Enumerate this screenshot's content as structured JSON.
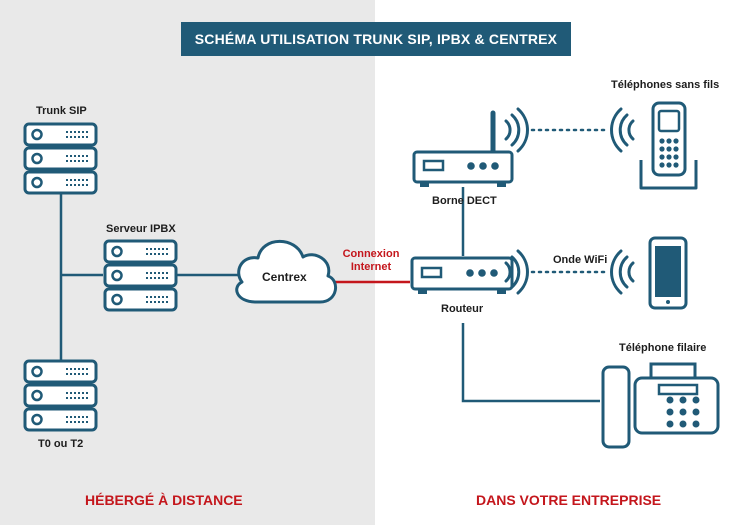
{
  "title": "SCHÉMA UTILISATION TRUNK SIP, IPBX & CENTREX",
  "labels": {
    "trunk_sip": "Trunk SIP",
    "serveur_ipbx": "Serveur IPBX",
    "t0_t2": "T0 ou T2",
    "centrex": "Centrex",
    "connexion": "Connexion",
    "internet": "Internet",
    "borne_dect": "Borne DECT",
    "routeur": "Routeur",
    "telephones_sans_fils": "Téléphones sans fils",
    "onde_wifi": "Onde WiFi",
    "telephone_filaire": "Téléphone filaire"
  },
  "footer": {
    "left": "HÉBERGÉ À DISTANCE",
    "right": "DANS VOTRE ENTREPRISE"
  },
  "colors": {
    "primary": "#205a77",
    "accent_red": "#c4161c",
    "left_background": "#e9e9e9"
  }
}
